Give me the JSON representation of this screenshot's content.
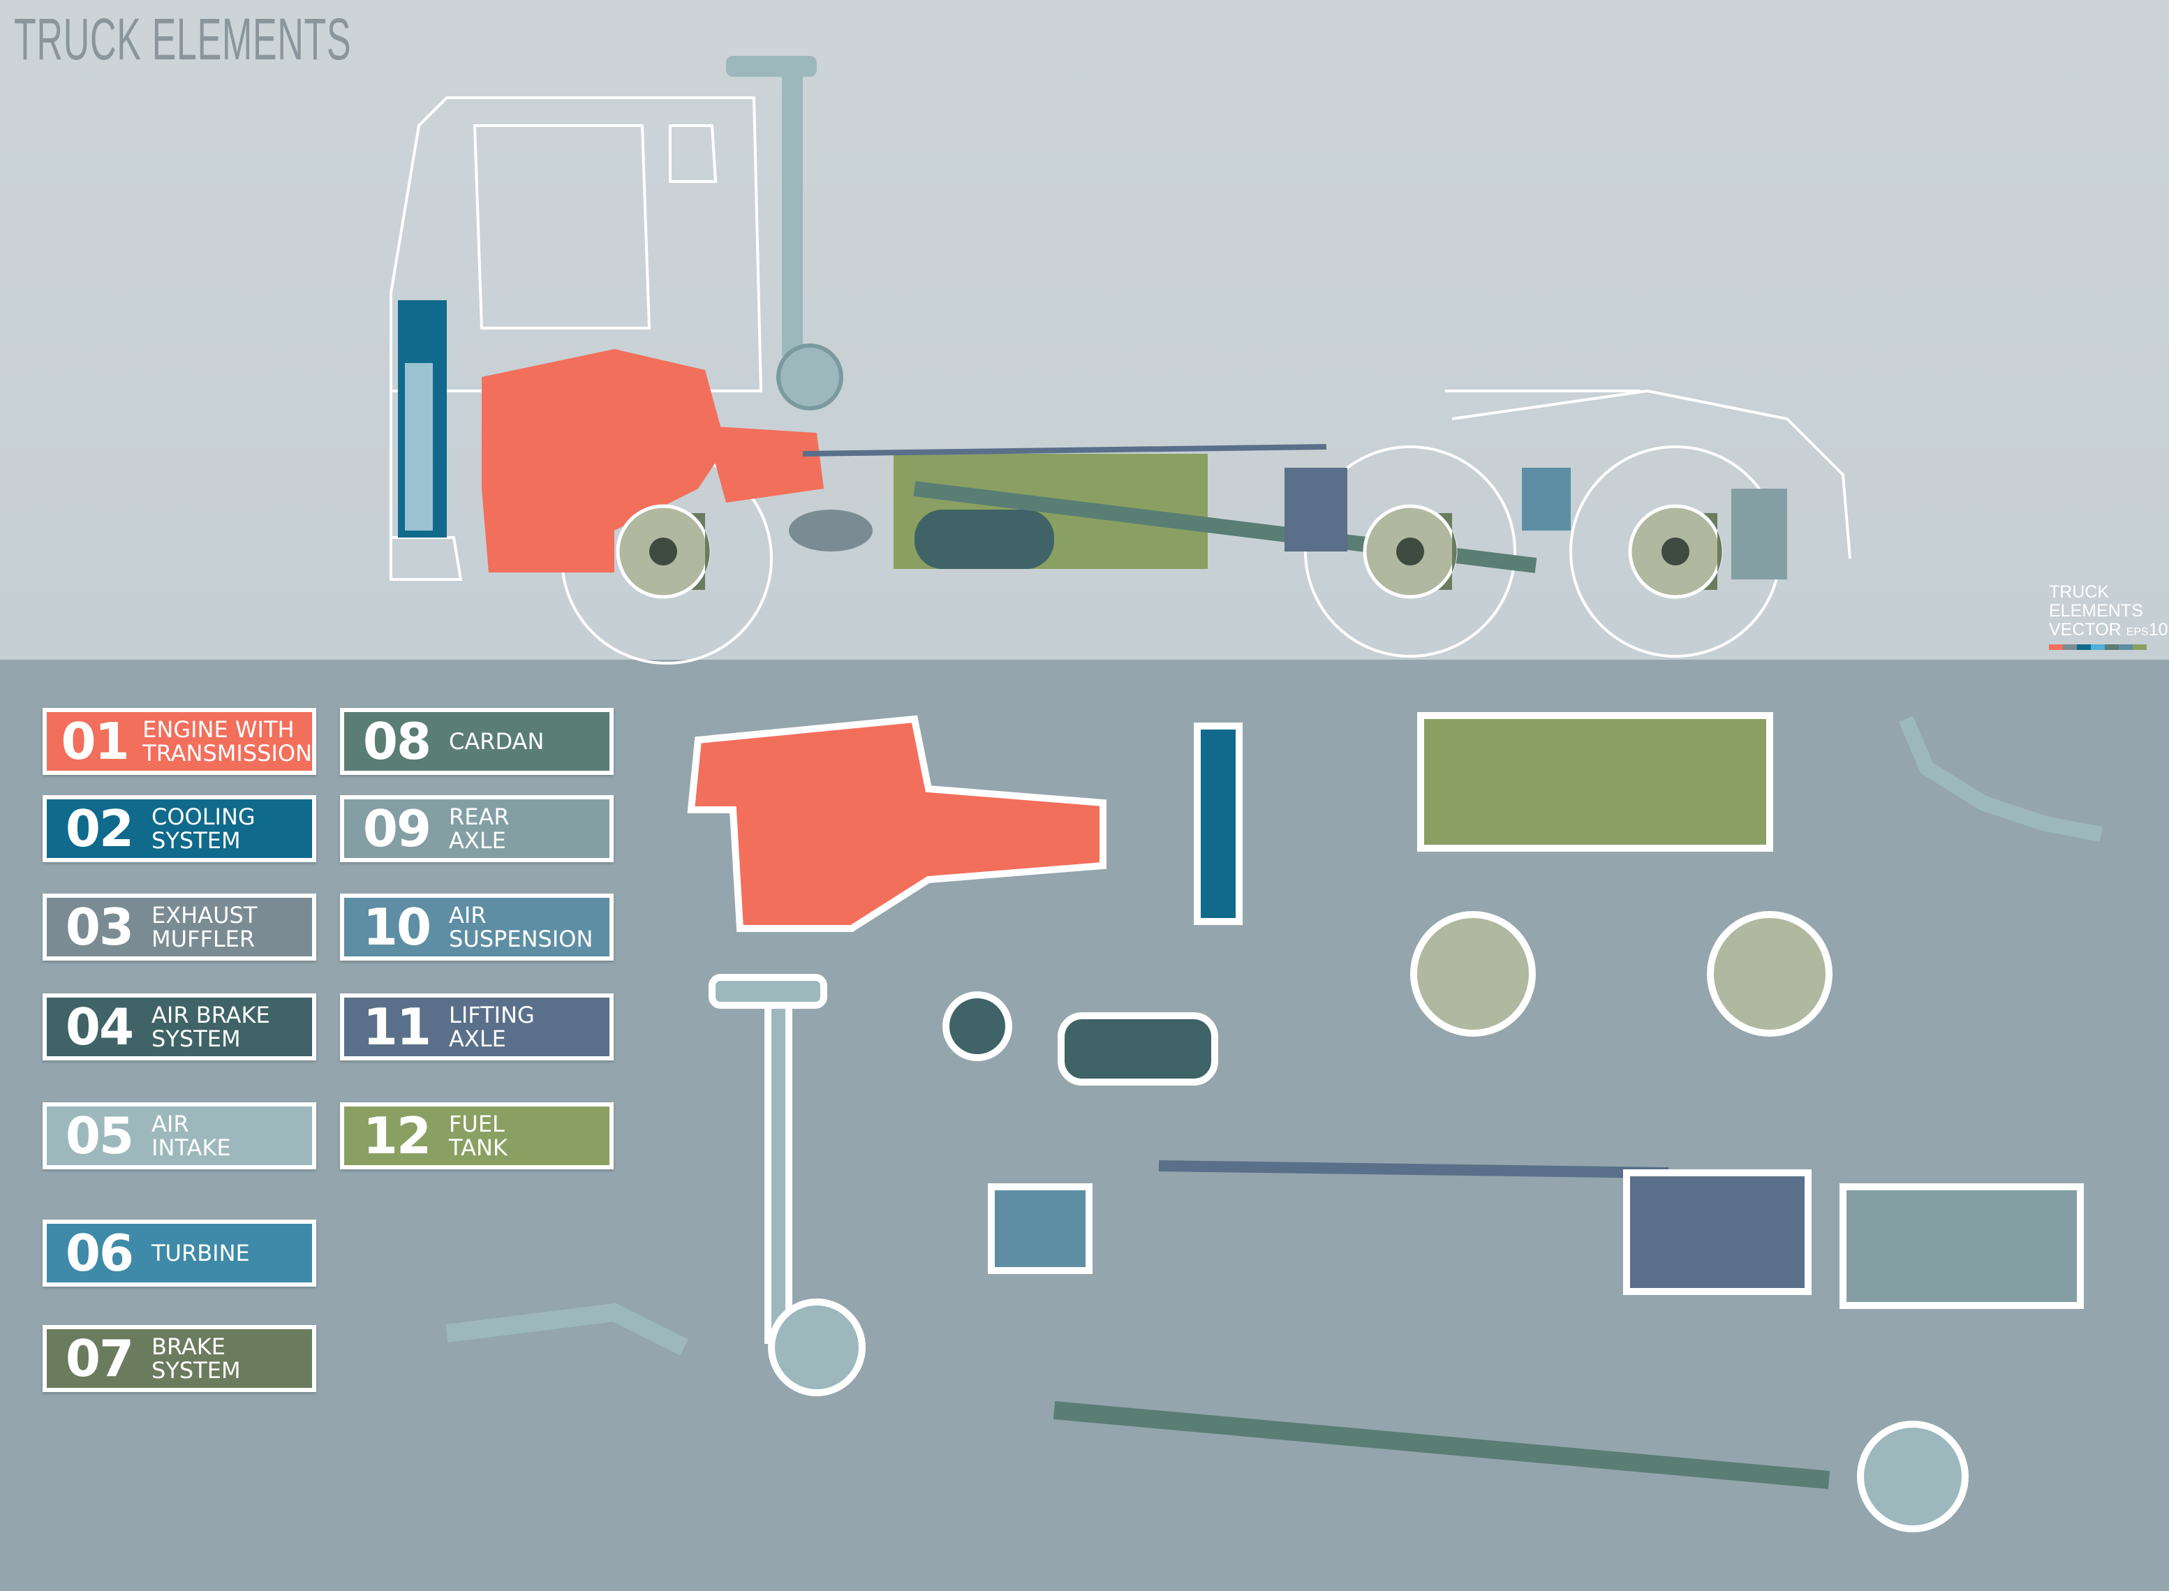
{
  "title": "TRUCK ELEMENTS",
  "badge": {
    "line1": "TRUCK",
    "line2": "ELEMENTS",
    "line3": "VECTOR",
    "eps": "EPS",
    "version": "10",
    "swatches": [
      "#f26f5c",
      "#7a8b93",
      "#0f6a8c",
      "#4fb0d8",
      "#5a7d74",
      "#5e8ea3",
      "#8aa062"
    ]
  },
  "legend": [
    {
      "num": "01",
      "label": "ENGINE WITH\nTRANSMISSION",
      "color": "#f26f5c"
    },
    {
      "num": "02",
      "label": "COOLING\nSYSTEM",
      "color": "#0f6a8c"
    },
    {
      "num": "03",
      "label": "EXHAUST\nMUFFLER",
      "color": "#7a8b93"
    },
    {
      "num": "04",
      "label": "AIR BRAKE\nSYSTEM",
      "color": "#3f6366"
    },
    {
      "num": "05",
      "label": "AIR\nINTAKE",
      "color": "#9cb8bd"
    },
    {
      "num": "06",
      "label": "TURBINE",
      "color": "#3f8aa8"
    },
    {
      "num": "07",
      "label": "BRAKE\nSYSTEM",
      "color": "#6b7b5e"
    },
    {
      "num": "08",
      "label": "CARDAN",
      "color": "#5a7d74"
    },
    {
      "num": "09",
      "label": "REAR\nAXLE",
      "color": "#839fa4"
    },
    {
      "num": "10",
      "label": "AIR\nSUSPENSION",
      "color": "#5e8ea3"
    },
    {
      "num": "11",
      "label": "LIFTING\nAXLE",
      "color": "#5a6f89"
    },
    {
      "num": "12",
      "label": "FUEL\nTANK",
      "color": "#8aa062"
    }
  ]
}
